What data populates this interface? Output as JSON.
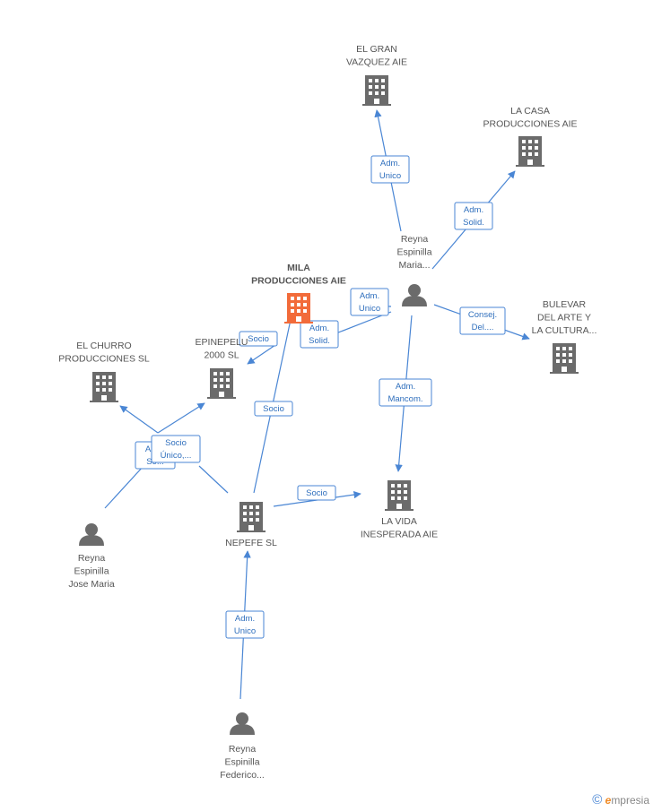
{
  "colors": {
    "edge": "#4a86d4",
    "company": "#6b6b6b",
    "focus": "#f26b3a",
    "person": "#6b6b6b"
  },
  "nodes": [
    {
      "id": "mila",
      "type": "company",
      "focus": true,
      "lines": [
        "MILA",
        "PRODUCCIONES AIE"
      ]
    },
    {
      "id": "gran",
      "type": "company",
      "lines": [
        "EL GRAN",
        "VAZQUEZ AIE"
      ]
    },
    {
      "id": "casa",
      "type": "company",
      "lines": [
        "LA CASA",
        "PRODUCCIONES AIE"
      ]
    },
    {
      "id": "bulevar",
      "type": "company",
      "lines": [
        "BULEVAR",
        "DEL ARTE Y",
        "LA CULTURA..."
      ]
    },
    {
      "id": "churro",
      "type": "company",
      "lines": [
        "EL CHURRO",
        "PRODUCCIONES SL"
      ]
    },
    {
      "id": "epinepelu",
      "type": "company",
      "lines": [
        "EPINEPELU",
        "2000 SL"
      ]
    },
    {
      "id": "nepefe",
      "type": "company",
      "lines": [
        "NEPEFE SL"
      ]
    },
    {
      "id": "vida",
      "type": "company",
      "lines": [
        "LA VIDA",
        "INESPERADA AIE"
      ]
    },
    {
      "id": "maria",
      "type": "person",
      "lines": [
        "Reyna",
        "Espinilla",
        "Maria..."
      ]
    },
    {
      "id": "jose",
      "type": "person",
      "lines": [
        "Reyna",
        "Espinilla",
        "Jose Maria"
      ]
    },
    {
      "id": "federico",
      "type": "person",
      "lines": [
        "Reyna",
        "Espinilla",
        "Federico..."
      ]
    }
  ],
  "edges": [
    {
      "id": "e1",
      "labels": [
        "Adm.",
        "Unico"
      ]
    },
    {
      "id": "e2",
      "labels": [
        "Adm.",
        "Solid."
      ]
    },
    {
      "id": "e3",
      "labels": [
        "Consej.",
        "Del...."
      ]
    },
    {
      "id": "e4",
      "labels": [
        "Adm.",
        "Unico"
      ]
    },
    {
      "id": "e5",
      "labels": [
        "Adm.",
        "Mancom."
      ]
    },
    {
      "id": "e6",
      "labels": [
        "Adm.",
        "Solid."
      ]
    },
    {
      "id": "e7",
      "labels": [
        "Socio"
      ]
    },
    {
      "id": "e8",
      "labels": [
        "Socio"
      ]
    },
    {
      "id": "e9",
      "labels": [
        "Socio"
      ]
    },
    {
      "id": "e10",
      "labels": [
        "Adm.",
        "So..."
      ]
    },
    {
      "id": "e11",
      "labels": [
        "Socio",
        "Único,..."
      ]
    },
    {
      "id": "e12",
      "labels": [
        "Adm.",
        "Unico"
      ]
    }
  ],
  "brand": {
    "copyright": "©",
    "initial": "e",
    "rest": "mpresia"
  }
}
